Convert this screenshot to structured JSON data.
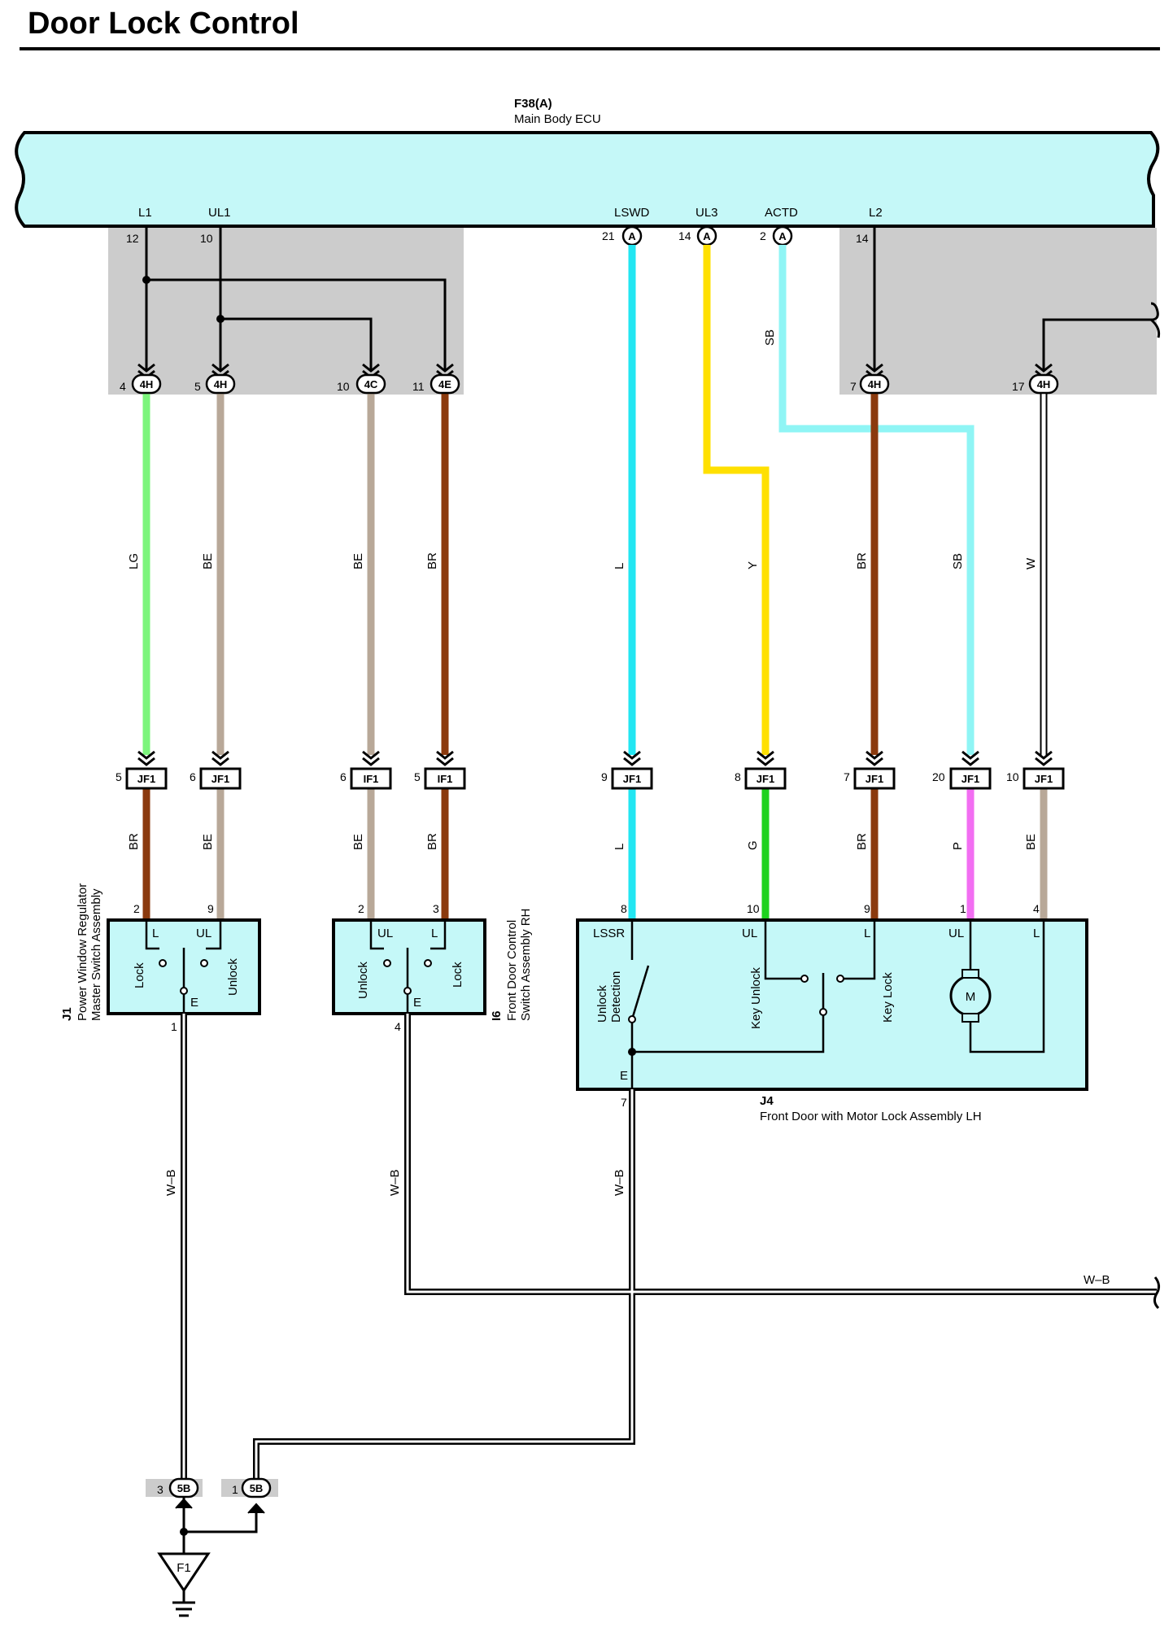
{
  "title": "Door Lock Control",
  "ecu": {
    "code": "F38(A)",
    "name": "Main Body ECU"
  },
  "ecu_terminals": {
    "L1": "L1",
    "UL1": "UL1",
    "LSWD": "LSWD",
    "UL3": "UL3",
    "ACTD": "ACTD",
    "L2": "L2"
  },
  "ecu_pins": {
    "L1": "12",
    "UL1": "10",
    "LSWD": "21",
    "UL3": "14",
    "ACTD": "2",
    "L2": "14"
  },
  "ecu_connector_letter": "A",
  "top_junction": [
    {
      "pin": "4",
      "conn": "4H"
    },
    {
      "pin": "5",
      "conn": "4H"
    },
    {
      "pin": "10",
      "conn": "4C"
    },
    {
      "pin": "11",
      "conn": "4E"
    },
    {
      "pin": "7",
      "conn": "4H"
    },
    {
      "pin": "17",
      "conn": "4H"
    }
  ],
  "mid_junction": [
    {
      "pin": "5",
      "conn": "JF1"
    },
    {
      "pin": "6",
      "conn": "JF1"
    },
    {
      "pin": "6",
      "conn": "IF1"
    },
    {
      "pin": "5",
      "conn": "IF1"
    },
    {
      "pin": "9",
      "conn": "JF1"
    },
    {
      "pin": "8",
      "conn": "JF1"
    },
    {
      "pin": "7",
      "conn": "JF1"
    },
    {
      "pin": "20",
      "conn": "JF1"
    },
    {
      "pin": "10",
      "conn": "JF1"
    }
  ],
  "wire_colors_upper": [
    "LG",
    "BE",
    "BE",
    "BR",
    "L",
    "Y",
    "BR",
    "SB",
    "W"
  ],
  "wire_colors_lower": [
    "BR",
    "BE",
    "BE",
    "BR",
    "L",
    "G",
    "BR",
    "P",
    "BE"
  ],
  "wire_sb_upper": "SB",
  "ground_wire": "W–B",
  "colors": {
    "LG": "#7cf57c",
    "BE": "#b8a898",
    "BR": "#8b3a0e",
    "L": "#22e6f2",
    "Y": "#ffe000",
    "SB": "#8ff5f5",
    "G": "#1ed21e",
    "P": "#f26ef2",
    "W": "#ffffff",
    "component_fill": "#c5f8f8",
    "junction_fill": "#cccccc"
  },
  "j1": {
    "code": "J1",
    "name_line1": "Power Window Regulator",
    "name_line2": "Master Switch Assembly",
    "pins_top": [
      "2",
      "9"
    ],
    "pin_bottom": "1",
    "terms": [
      "L",
      "UL",
      "E"
    ],
    "switch_labels": [
      "Lock",
      "Unlock"
    ]
  },
  "i6": {
    "code": "I6",
    "name_line1": "Front Door Control",
    "name_line2": "Switch Assembly RH",
    "pins_top": [
      "2",
      "3"
    ],
    "pin_bottom": "4",
    "terms": [
      "UL",
      "L",
      "E"
    ],
    "switch_labels": [
      "Unlock",
      "Lock"
    ]
  },
  "j4": {
    "code": "J4",
    "name": "Front Door with Motor Lock Assembly LH",
    "pins_top": [
      "8",
      "10",
      "9",
      "1",
      "4"
    ],
    "pin_bottom": "7",
    "terms": [
      "LSSR",
      "UL",
      "L",
      "UL",
      "L",
      "E"
    ],
    "switch_labels": [
      "Unlock",
      "Detection",
      "Key Unlock",
      "Key Lock"
    ],
    "motor": "M"
  },
  "bottom_junction": [
    {
      "pin": "3",
      "conn": "5B"
    },
    {
      "pin": "1",
      "conn": "5B"
    }
  ],
  "ground": "F1"
}
